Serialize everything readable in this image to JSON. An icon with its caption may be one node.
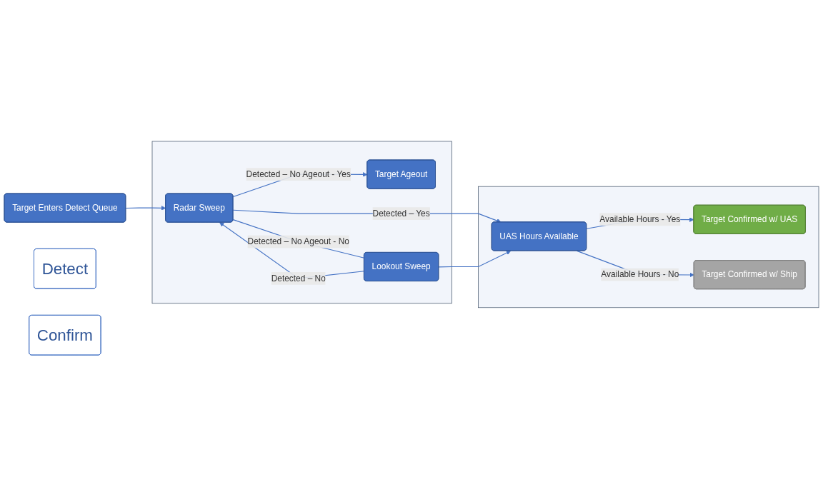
{
  "diagram": {
    "nodes": [
      {
        "text": [
          "Target Enters Detect Queue"
        ]
      },
      {
        "text": [
          "Detect"
        ]
      },
      {
        "text": [
          "Confirm"
        ]
      },
      {
        "text": [],
        "shape": "box"
      },
      {
        "text": [
          "Radar Sweep"
        ],
        "in": 3
      },
      {
        "text": [
          "Target Ageout"
        ],
        "in": 3
      },
      {
        "text": [
          "Lookout Sweep"
        ],
        "in": 3
      },
      {
        "text": [],
        "shape": "box"
      },
      {
        "text": [
          "UAS Hours Available"
        ],
        "in": 7
      },
      {
        "text": [
          "Target Confirmed w/ UAS"
        ],
        "in": 7
      },
      {
        "text": [
          "Target Confirmed w/ Ship"
        ],
        "in": 7
      }
    ],
    "edges": [
      {
        "from": 0,
        "to": 4,
        "arrow": "to"
      },
      {
        "from": 4,
        "to": 8,
        "label": "Detected – Yes",
        "arrow": "to"
      },
      {
        "from": 4,
        "to": 6,
        "label": "Detected – No Ageout - No",
        "arrow": "none"
      },
      {
        "from": 4,
        "to": 5,
        "label": "Detected – No Ageout - Yes",
        "arrow": "to"
      },
      {
        "from": 6,
        "to": 4,
        "label": "Detected – No",
        "arrow": "to"
      },
      {
        "from": 6,
        "to": 8,
        "arrow": "to"
      },
      {
        "from": 8,
        "to": 9,
        "label": "Available Hours - Yes",
        "arrow": "to"
      },
      {
        "from": 8,
        "to": 10,
        "label": "Available Hours - No",
        "arrow": "to"
      }
    ]
  }
}
